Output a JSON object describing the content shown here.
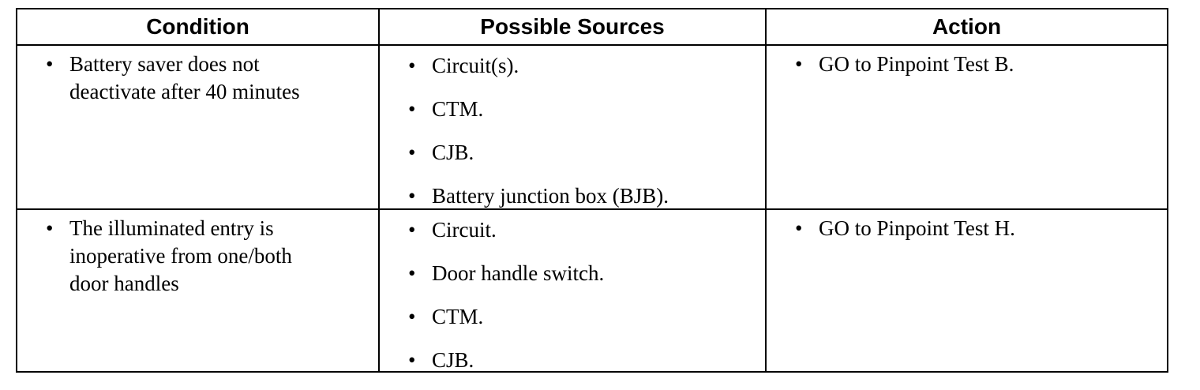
{
  "table": {
    "headers": {
      "condition": "Condition",
      "sources": "Possible Sources",
      "action": "Action"
    },
    "rows": [
      {
        "condition": "Battery saver does not deactivate after 40 minutes",
        "sources": [
          "Circuit(s).",
          "CTM.",
          "CJB.",
          "Battery junction box (BJB)."
        ],
        "action": "GO to Pinpoint Test B."
      },
      {
        "condition": "The illuminated entry is inoperative from one/both door handles",
        "sources": [
          "Circuit.",
          "Door handle switch.",
          "CTM.",
          "CJB."
        ],
        "action": "GO to Pinpoint Test H."
      }
    ],
    "bullet_glyph": "•"
  }
}
